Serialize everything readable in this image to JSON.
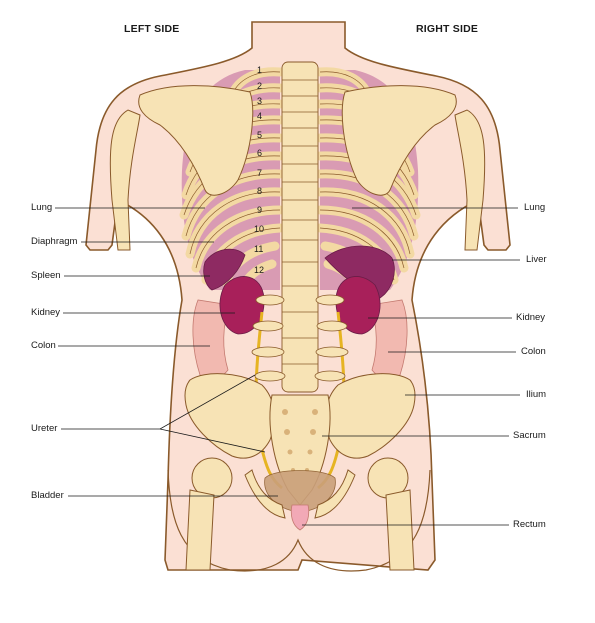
{
  "headings": {
    "left": "LEFT SIDE",
    "right": "RIGHT SIDE"
  },
  "rib_numbers": [
    "1",
    "2",
    "3",
    "4",
    "5",
    "6",
    "7",
    "8",
    "9",
    "10",
    "11",
    "12"
  ],
  "labels_left": [
    "Lung",
    "Diaphragm",
    "Spleen",
    "Kidney",
    "Colon",
    "Ureter",
    "Bladder"
  ],
  "labels_right": [
    "Lung",
    "Liver",
    "Kidney",
    "Colon",
    "Ilium",
    "Sacrum",
    "Rectum"
  ],
  "colors": {
    "skin": "#fbe0d4",
    "outline": "#8a5a2b",
    "bone": "#f7e3b5",
    "bone_shade": "#e8c98a",
    "rib": "#f3d9a3",
    "between_ribs": "#d99bb3",
    "kidney": "#a8205a",
    "colon": "#f2b9b0",
    "ureter": "#e6b422"
  }
}
